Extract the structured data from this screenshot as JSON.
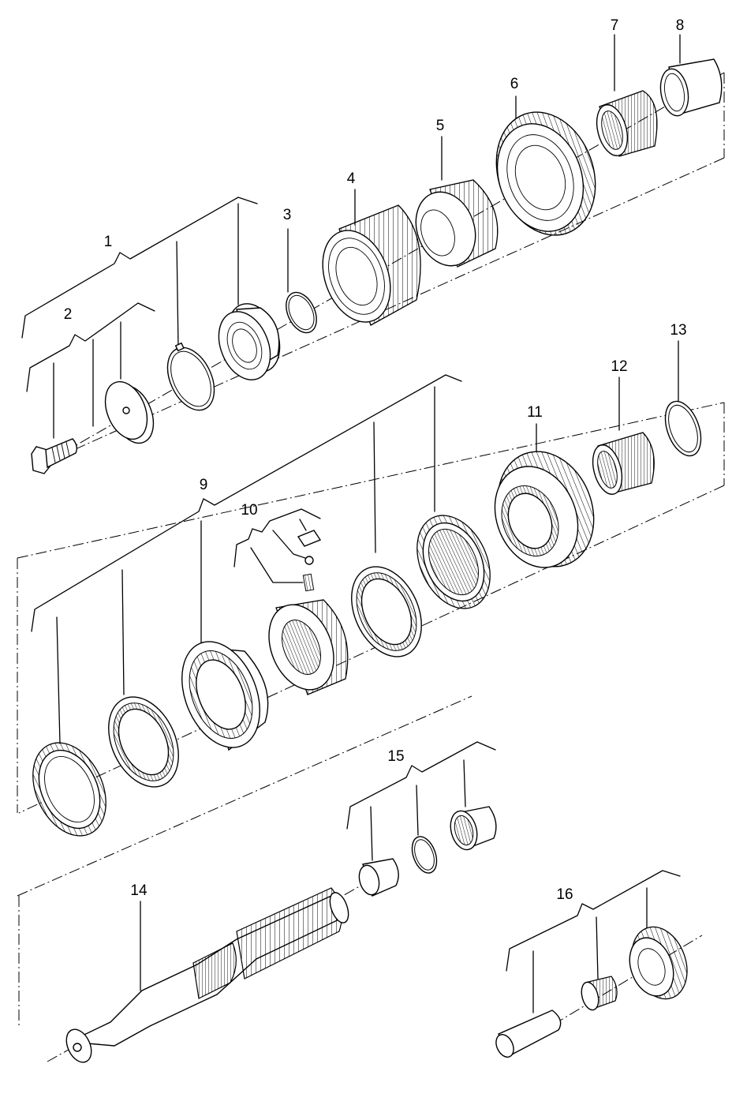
{
  "callouts": [
    {
      "label": "1"
    },
    {
      "label": "2"
    },
    {
      "label": "3"
    },
    {
      "label": "4"
    },
    {
      "label": "5"
    },
    {
      "label": "6"
    },
    {
      "label": "7"
    },
    {
      "label": "8"
    },
    {
      "label": "9"
    },
    {
      "label": "10"
    },
    {
      "label": "11"
    },
    {
      "label": "12"
    },
    {
      "label": "13"
    },
    {
      "label": "14"
    },
    {
      "label": "15"
    },
    {
      "label": "16"
    }
  ]
}
